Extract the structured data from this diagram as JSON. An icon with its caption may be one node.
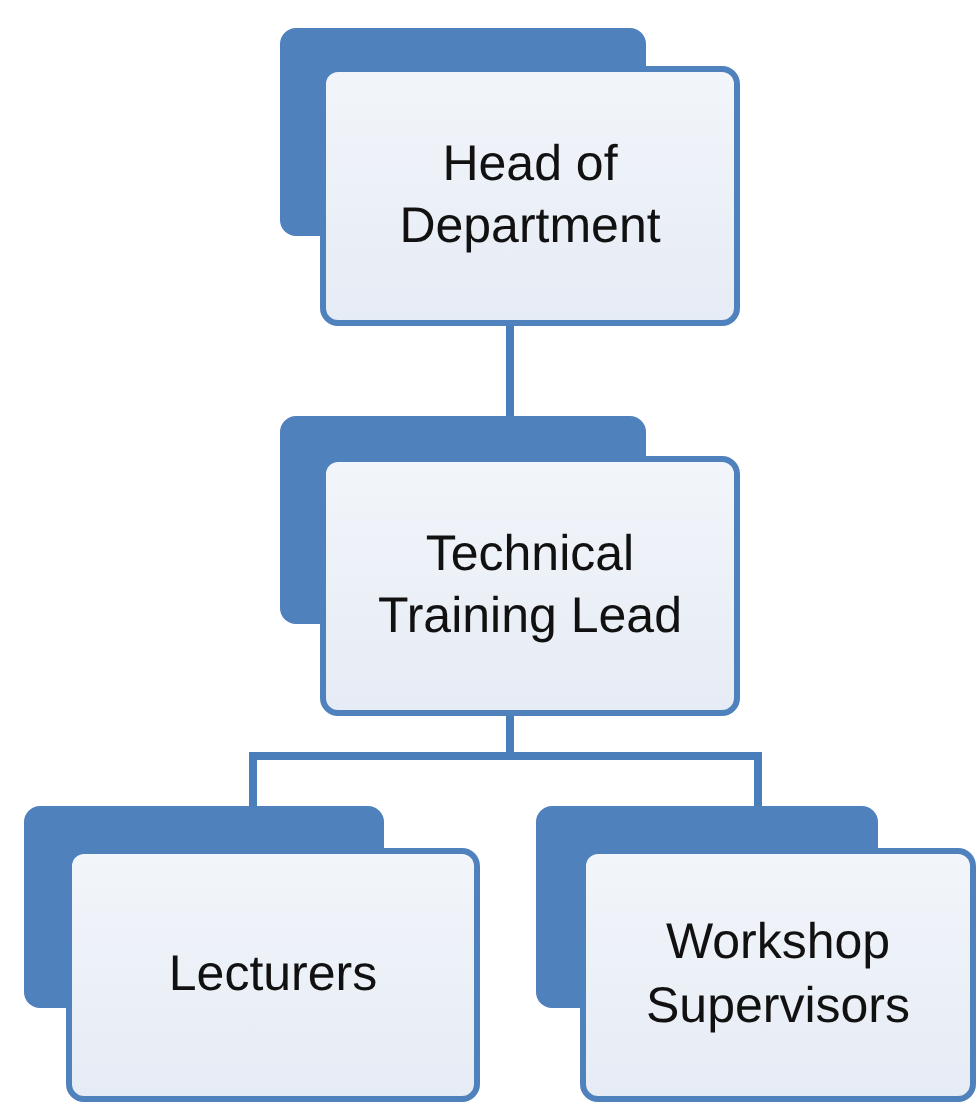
{
  "diagram": {
    "nodes": [
      {
        "text": [
          "Head of Department"
        ]
      },
      {
        "text": [
          "Technical Training Lead"
        ]
      },
      {
        "text": [
          "Lecturers"
        ]
      },
      {
        "text": [
          "Workshop Supervisors"
        ]
      }
    ],
    "edges": [
      {
        "from": 0,
        "to": 1,
        "arrow": "none"
      },
      {
        "from": 1,
        "to": 2,
        "arrow": "none"
      },
      {
        "from": 1,
        "to": 3,
        "arrow": "none"
      }
    ]
  }
}
